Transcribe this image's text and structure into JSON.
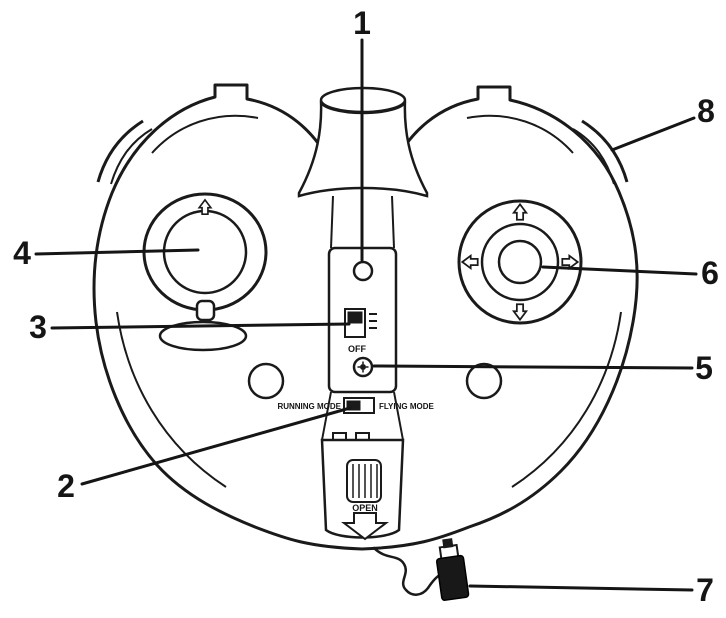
{
  "callouts": {
    "n1": "1",
    "n2": "2",
    "n3": "3",
    "n4": "4",
    "n5": "5",
    "n6": "6",
    "n7": "7",
    "n8": "8"
  },
  "panel": {
    "off_label": "OFF"
  },
  "mode_switch": {
    "left_label": "RUNNING MODE",
    "right_label": "FLYING MODE"
  },
  "battery": {
    "open_label": "OPEN"
  },
  "colors": {
    "ink": "#1a1a1a",
    "paper": "#ffffff"
  }
}
